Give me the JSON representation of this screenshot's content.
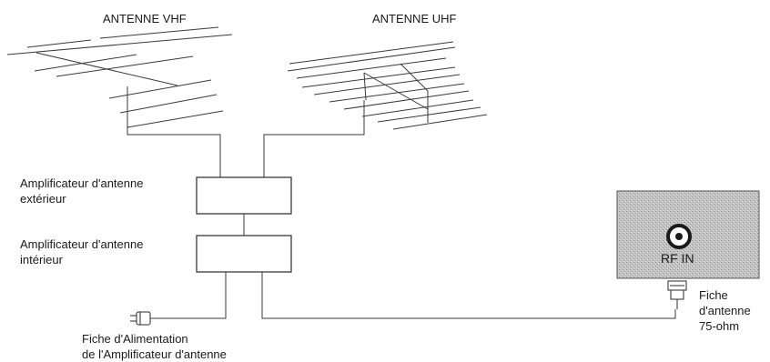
{
  "antennas": {
    "vhf_label": "ANTENNE VHF",
    "uhf_label": "ANTENNE UHF"
  },
  "amplifiers": {
    "outdoor_label": "Amplificateur  d'antenne\nextérieur",
    "indoor_label": "Amplificateur d'antenne\nintérieur"
  },
  "power_plug": {
    "label": "Fiche d'Alimentation\nde l'Amplificateur d'antenne"
  },
  "tv": {
    "input_label": "RF IN",
    "panel_color": "#b9b9b9"
  },
  "antenna_plug": {
    "label": "Fiche\nd'antenne\n75-ohm"
  },
  "colors": {
    "line": "#3a3a3a",
    "box_border": "#2a2a2a"
  }
}
